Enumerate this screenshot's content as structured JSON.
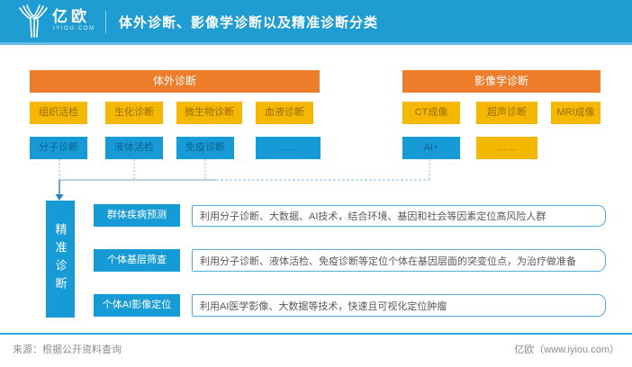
{
  "header": {
    "logo_text": "亿欧",
    "logo_sub": "IYIOU·COM",
    "title": "体外诊断、影像学诊断以及精准诊断分类"
  },
  "colors": {
    "header_bar": "#1F9DD3",
    "orange": "#ED7D2B",
    "yellow": "#F5B800",
    "blue": "#179BD7",
    "desc_border": "#4FAEDB",
    "footer_line": "#29A9DF"
  },
  "ivd": {
    "title": "体外诊断",
    "row1": [
      "组织活检",
      "生化诊断",
      "微生物诊断",
      "血液诊断"
    ],
    "row2": [
      "分子诊断",
      "液体活检",
      "免疫诊断",
      "……"
    ]
  },
  "imaging": {
    "title": "影像学诊断",
    "row1": [
      "CT成像",
      "超声诊断",
      "MRI成像"
    ],
    "row2": [
      "AI+",
      "……"
    ]
  },
  "precision": {
    "title": "精准诊断",
    "items": [
      {
        "label": "群体疾病预测",
        "desc": "利用分子诊断、大数据、AI技术，结合环境、基因和社会等因素定位高风险人群"
      },
      {
        "label": "个体基层筛查",
        "desc": "利用分子诊断、液体活检、免疫诊断等定位个体在基因层面的突变位点，为治疗做准备"
      },
      {
        "label": "个体AI影像定位",
        "desc": "利用AI医学影像、大数据等技术，快速且可视化定位肿瘤"
      }
    ]
  },
  "footer": {
    "source": "来源：根据公开资料查询",
    "brand": "亿欧（www.iyiou.com）"
  }
}
